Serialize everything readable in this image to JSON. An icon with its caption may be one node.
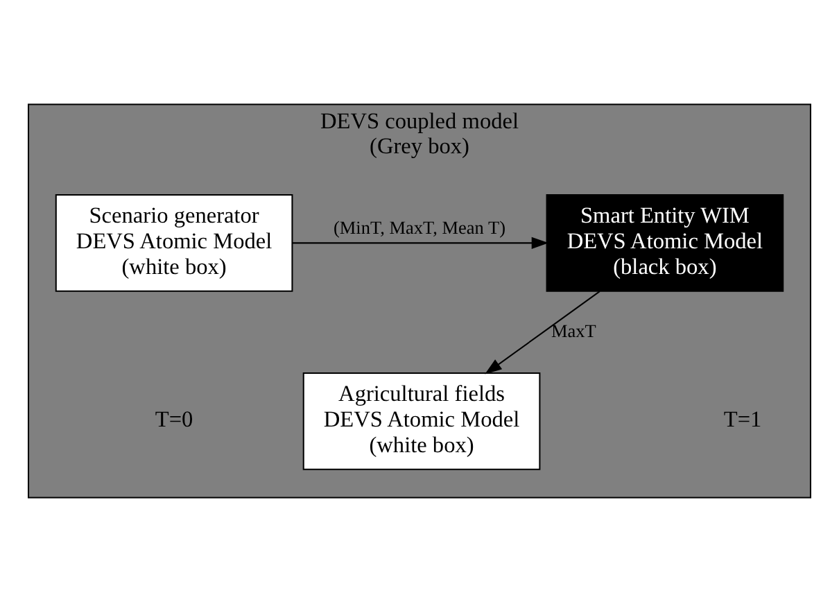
{
  "diagram": {
    "nodes": [
      {
        "text": [
          "DEVS coupled model (Grey box)"
        ]
      },
      {
        "text": [
          "Scenario generator DEVS Atomic Model (white box)"
        ],
        "in": 0
      },
      {
        "text": [
          "Smart Entity WIM DEVS Atomic Model (black box)"
        ],
        "in": 0
      },
      {
        "text": [
          "Agricultural fields DEVS Atomic Model (white box)"
        ],
        "in": 0
      }
    ],
    "edges": [
      {
        "from": 1,
        "to": 2,
        "arrow": "to",
        "label": "(MinT, MaxT, Mean T)"
      },
      {
        "from": 2,
        "to": 3,
        "arrow": "to",
        "label": "MaxT"
      }
    ],
    "labels": [
      "T=0",
      "T=1"
    ]
  }
}
